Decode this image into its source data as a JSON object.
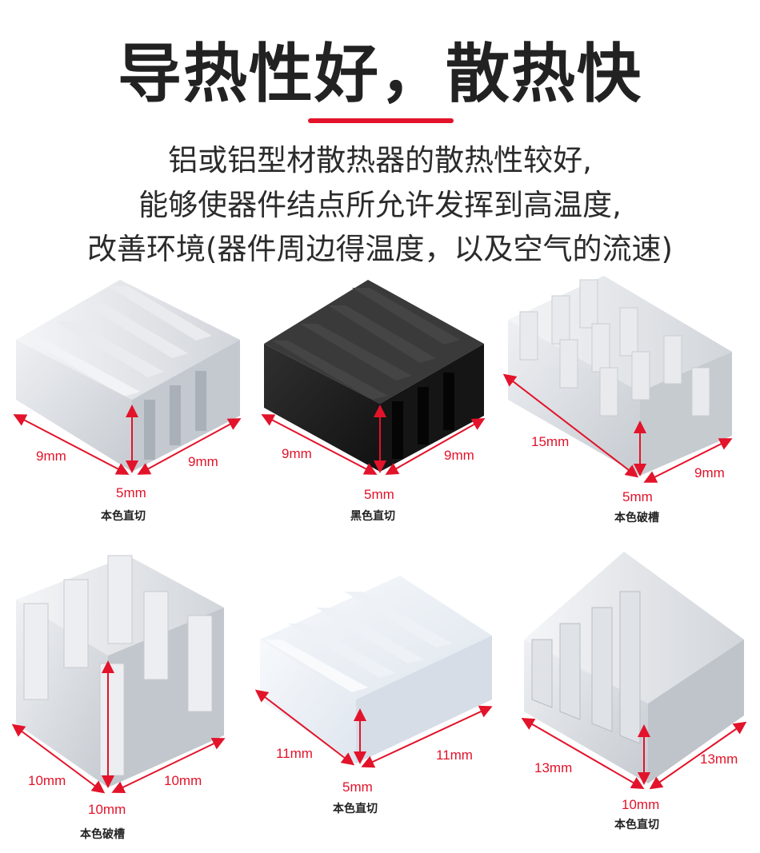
{
  "headline": "导热性好，散热快",
  "description": [
    "铝或铝型材散热器的散热性较好,",
    "能够使器件结点所允许发挥到高温度,",
    "改善环境(器件周边得温度，以及空气的流速)"
  ],
  "colors": {
    "accent": "#e2132a",
    "aluminum": "#d7dbe0",
    "black_anodized": "#1c1c1c"
  },
  "products": [
    {
      "dims": [
        "9mm",
        "9mm",
        "5mm"
      ],
      "caption": "本色直切"
    },
    {
      "dims": [
        "9mm",
        "9mm",
        "5mm"
      ],
      "caption": "黑色直切"
    },
    {
      "dims": [
        "15mm",
        "9mm",
        "5mm"
      ],
      "caption": "本色破槽"
    },
    {
      "dims": [
        "10mm",
        "10mm",
        "10mm"
      ],
      "caption": "本色破槽"
    },
    {
      "dims": [
        "11mm",
        "11mm",
        "5mm"
      ],
      "caption": "本色直切"
    },
    {
      "dims": [
        "13mm",
        "13mm",
        "10mm"
      ],
      "caption": "本色直切"
    }
  ]
}
